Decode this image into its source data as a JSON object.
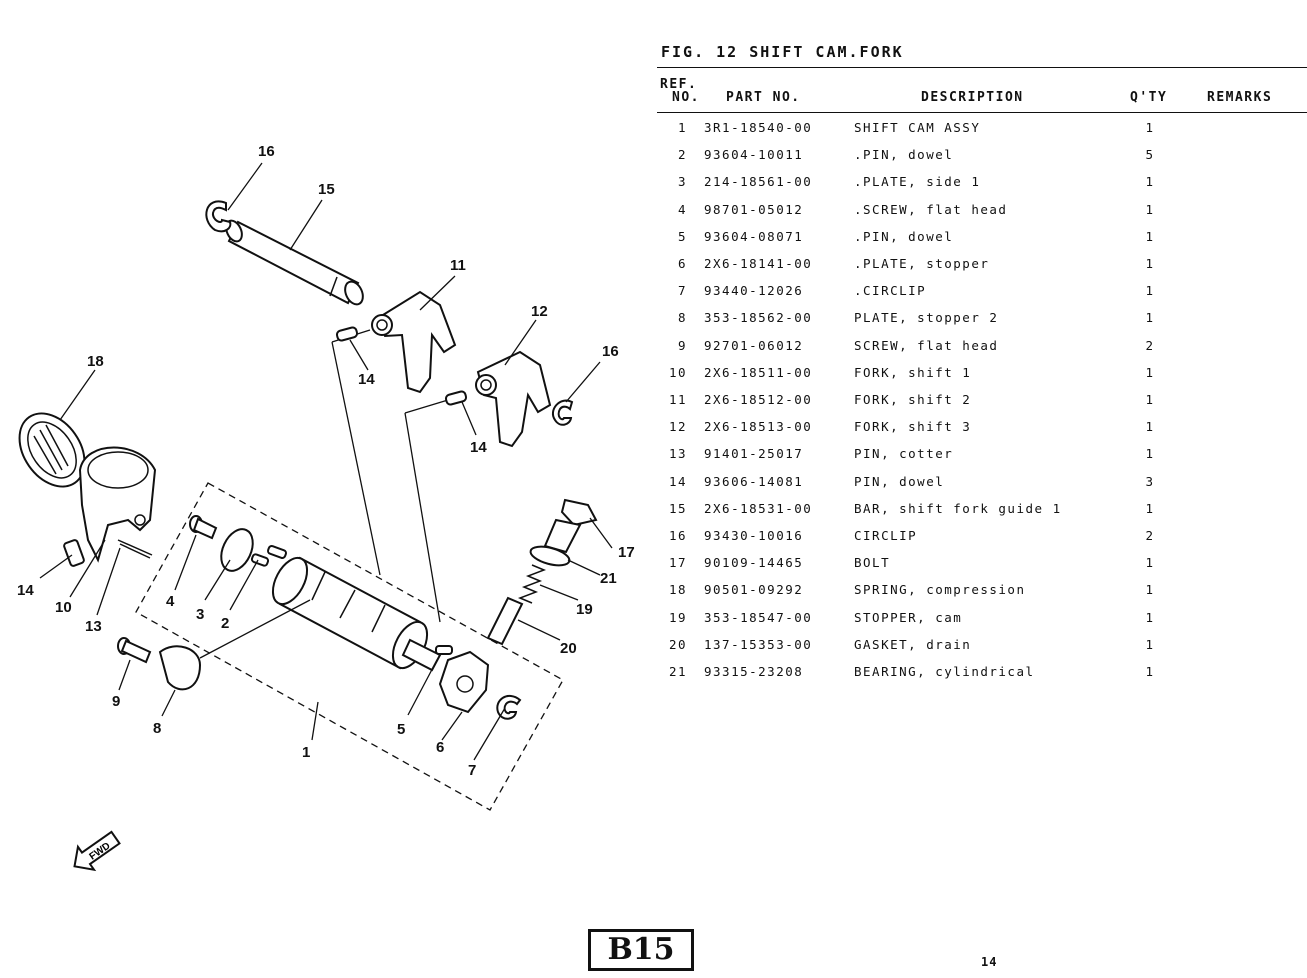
{
  "figure": {
    "title": "FIG. 12  SHIFT CAM.FORK"
  },
  "table": {
    "headers": {
      "ref_line1": "REF.",
      "ref_line2": "NO.",
      "part_no": "PART NO.",
      "description": "DESCRIPTION",
      "qty": "Q'TY",
      "remarks": "REMARKS"
    },
    "rows": [
      {
        "ref": "1",
        "part_no": "3R1-18540-00",
        "description": "SHIFT CAM ASSY",
        "qty": "1"
      },
      {
        "ref": "2",
        "part_no": "93604-10011",
        "description": ".PIN, dowel",
        "qty": "5"
      },
      {
        "ref": "3",
        "part_no": "214-18561-00",
        "description": ".PLATE, side 1",
        "qty": "1"
      },
      {
        "ref": "4",
        "part_no": "98701-05012",
        "description": ".SCREW, flat head",
        "qty": "1"
      },
      {
        "ref": "5",
        "part_no": "93604-08071",
        "description": ".PIN, dowel",
        "qty": "1"
      },
      {
        "ref": "6",
        "part_no": "2X6-18141-00",
        "description": ".PLATE, stopper",
        "qty": "1"
      },
      {
        "ref": "7",
        "part_no": "93440-12026",
        "description": ".CIRCLIP",
        "qty": "1"
      },
      {
        "ref": "8",
        "part_no": "353-18562-00",
        "description": "PLATE, stopper 2",
        "qty": "1"
      },
      {
        "ref": "9",
        "part_no": "92701-06012",
        "description": "SCREW, flat head",
        "qty": "2"
      },
      {
        "ref": "10",
        "part_no": "2X6-18511-00",
        "description": "FORK, shift 1",
        "qty": "1"
      },
      {
        "ref": "11",
        "part_no": "2X6-18512-00",
        "description": "FORK, shift 2",
        "qty": "1"
      },
      {
        "ref": "12",
        "part_no": "2X6-18513-00",
        "description": "FORK, shift 3",
        "qty": "1"
      },
      {
        "ref": "13",
        "part_no": "91401-25017",
        "description": "PIN, cotter",
        "qty": "1"
      },
      {
        "ref": "14",
        "part_no": "93606-14081",
        "description": "PIN, dowel",
        "qty": "3"
      },
      {
        "ref": "15",
        "part_no": "2X6-18531-00",
        "description": "BAR, shift fork guide 1",
        "qty": "1"
      },
      {
        "ref": "16",
        "part_no": "93430-10016",
        "description": "CIRCLIP",
        "qty": "2"
      },
      {
        "ref": "17",
        "part_no": "90109-14465",
        "description": "BOLT",
        "qty": "1"
      },
      {
        "ref": "18",
        "part_no": "90501-09292",
        "description": "SPRING, compression",
        "qty": "1"
      },
      {
        "ref": "19",
        "part_no": "353-18547-00",
        "description": "STOPPER, cam",
        "qty": "1"
      },
      {
        "ref": "20",
        "part_no": "137-15353-00",
        "description": "GASKET, drain",
        "qty": "1"
      },
      {
        "ref": "21",
        "part_no": "93315-23208",
        "description": "BEARING, cylindrical",
        "qty": "1"
      }
    ]
  },
  "diagram": {
    "fwd_label": "FWD",
    "callouts": [
      "1",
      "2",
      "3",
      "4",
      "5",
      "6",
      "7",
      "8",
      "9",
      "10",
      "11",
      "12",
      "13",
      "14",
      "14",
      "14",
      "15",
      "16",
      "16",
      "17",
      "18",
      "19",
      "20",
      "21"
    ]
  },
  "footer": {
    "page_code": "B15",
    "page_number": "14"
  }
}
